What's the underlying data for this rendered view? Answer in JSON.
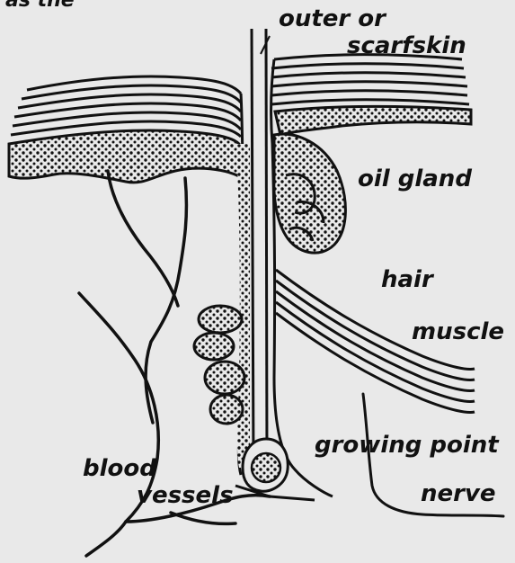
{
  "diagram": {
    "labels": {
      "top_cut": "as the",
      "outer_line1": "outer or",
      "outer_line2": "scarfskin",
      "oil_gland": "oil gland",
      "hair": "hair",
      "muscle": "muscle",
      "growing_point": "growing point",
      "blood": "blood",
      "vessels": "vessels",
      "nerve": "nerve"
    },
    "colors": {
      "ink": "#111111",
      "paper": "#e9e9e9"
    }
  }
}
